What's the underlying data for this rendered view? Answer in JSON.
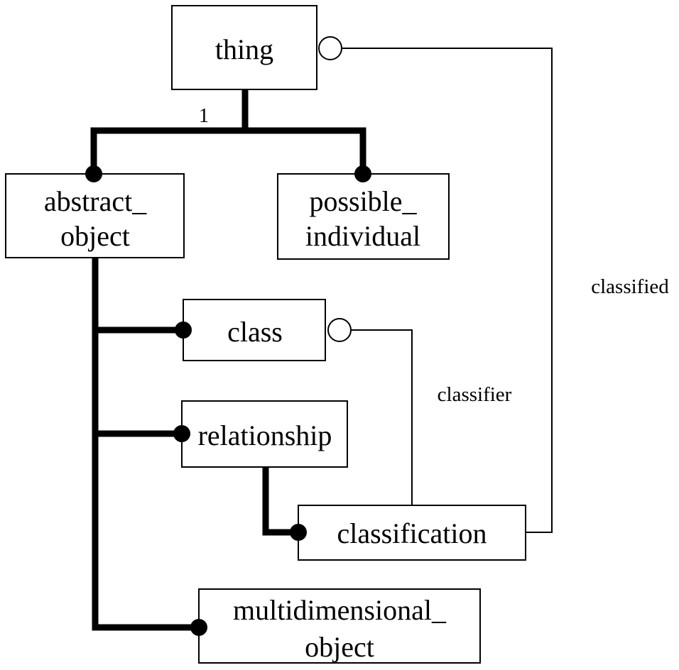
{
  "entities": {
    "thing": "thing",
    "abstract_object_line1": "abstract_",
    "abstract_object_line2": "object",
    "possible_individual_line1": "possible_",
    "possible_individual_line2": "individual",
    "class": "class",
    "relationship": "relationship",
    "classification": "classification",
    "multidimensional_object_line1": "multidimensional_",
    "multidimensional_object_line2": "object"
  },
  "labels": {
    "cardinality_one": "1",
    "classified": "classified",
    "classifier": "classifier"
  }
}
